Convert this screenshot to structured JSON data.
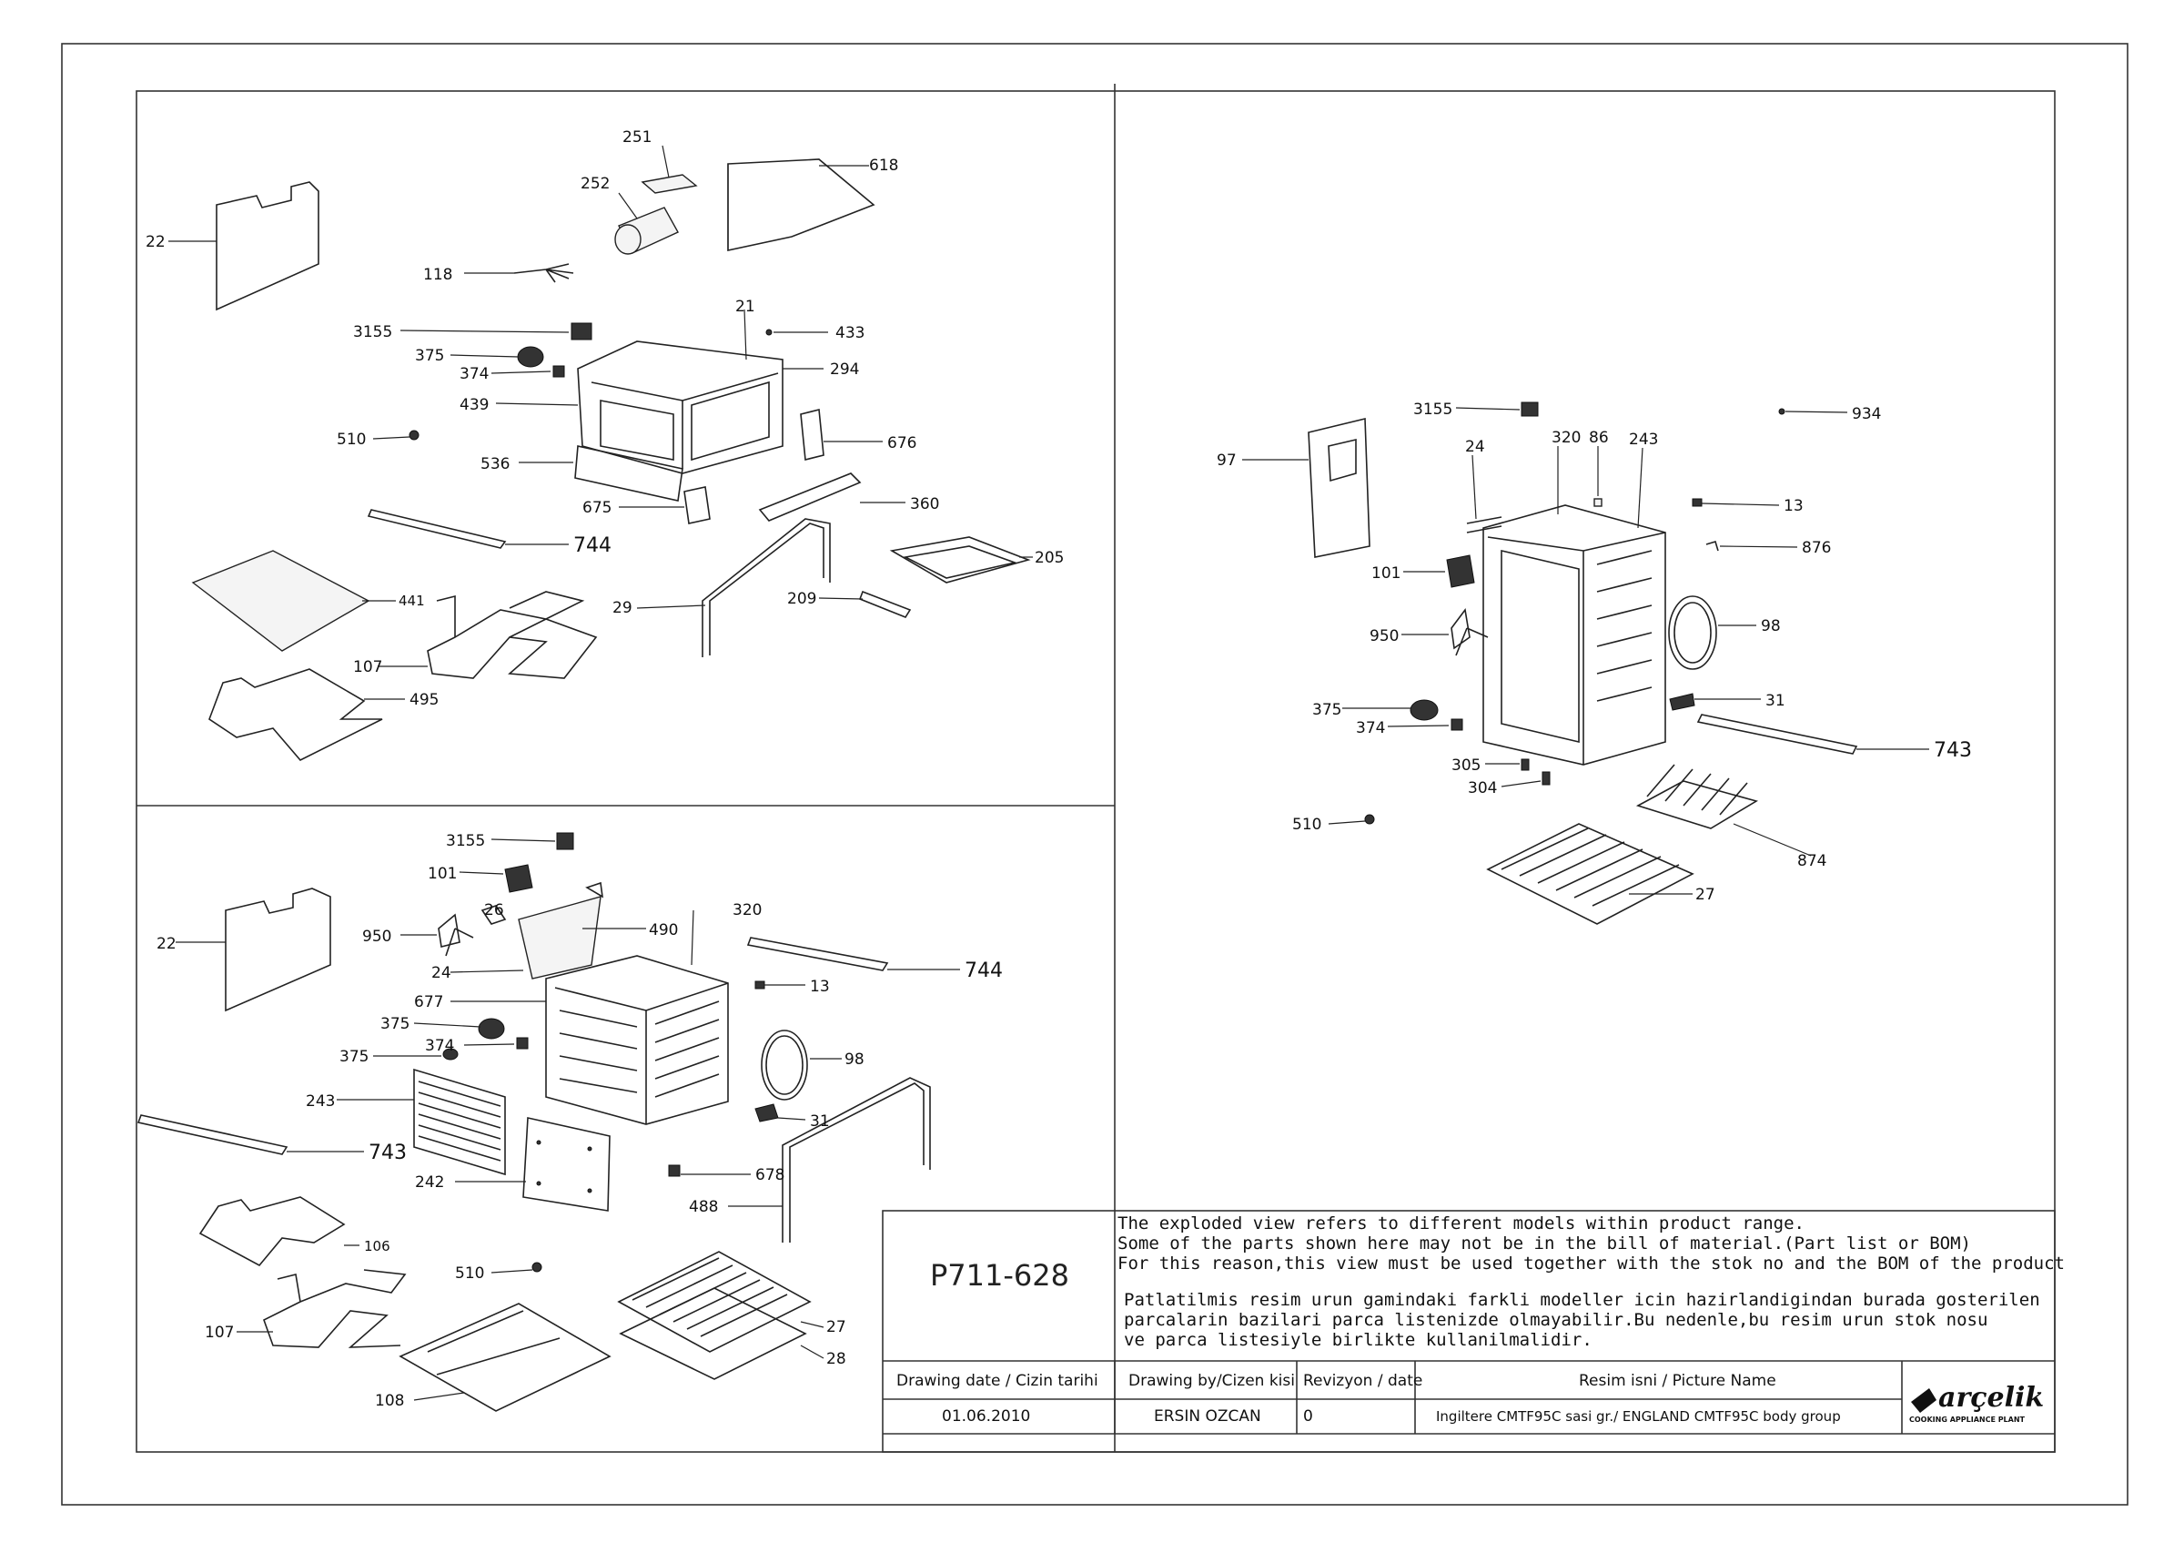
{
  "title_block": {
    "drawing_no": "P711-628",
    "note_en_1": "The exploded view refers to different models within product range.",
    "note_en_2": "Some of the parts shown here may not be in the bill of material.(Part list or BOM)",
    "note_en_3": "For this reason,this view must be used together with the stok no and the BOM of the product",
    "note_tr_1": "Patlatilmis resim urun gamindaki farkli modeller icin hazirlandigindan burada gosterilen",
    "note_tr_2": "parcalarin bazilari parca listenizde olmayabilir.Bu nedenle,bu resim urun stok nosu",
    "note_tr_3": "ve parca listesiyle birlikte kullanilmalidir.",
    "date_label": "Drawing date / Cizin tarihi",
    "date_value": "01.06.2010",
    "by_label": "Drawing by/Cizen kisi",
    "by_value": "ERSIN OZCAN",
    "rev_label": "Revizyon / date",
    "rev_value": "0",
    "name_label": "Resim isni / Picture Name",
    "name_value": "Ingiltere CMTF95C sasi gr./ ENGLAND CMTF95C body group",
    "logo_text": "arçelik",
    "logo_sub": "COOKING APPLIANCE PLANT"
  },
  "parts": {
    "tl": [
      "251",
      "618",
      "252",
      "22",
      "118",
      "21",
      "433",
      "3155",
      "375",
      "374",
      "294",
      "439",
      "510",
      "676",
      "536",
      "675",
      "360",
      "744",
      "205",
      "441",
      "209",
      "29",
      "107",
      "495"
    ],
    "bl": [
      "3155",
      "101",
      "26",
      "490",
      "320",
      "22",
      "950",
      "24",
      "744",
      "13",
      "677",
      "375",
      "374",
      "98",
      "375",
      "243",
      "31",
      "743",
      "242",
      "678",
      "488",
      "106",
      "510",
      "27",
      "107",
      "28",
      "108"
    ],
    "r": [
      "3155",
      "934",
      "97",
      "24",
      "320",
      "86",
      "243",
      "13",
      "876",
      "101",
      "98",
      "950",
      "31",
      "375",
      "374",
      "743",
      "305",
      "304",
      "510",
      "874",
      "27"
    ]
  }
}
